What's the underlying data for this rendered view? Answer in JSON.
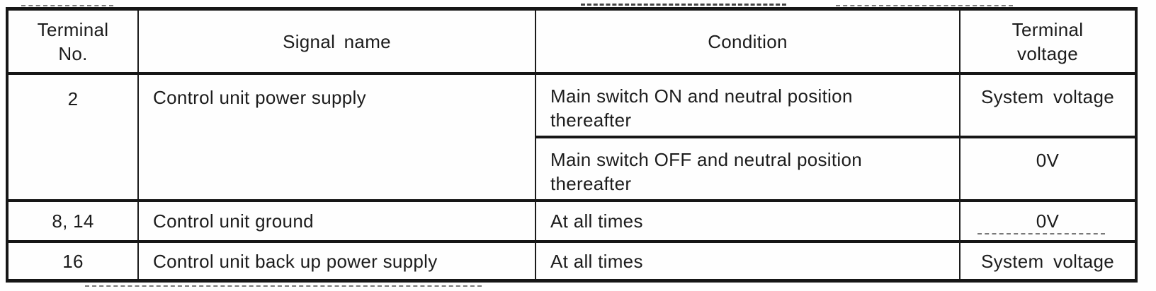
{
  "document": {
    "kind": "scanned manual table",
    "ink_color": "#1c1c1c",
    "paper_color": "#fefefe"
  },
  "table": {
    "headers": [
      "Terminal\nNo.",
      "Signal name",
      "Condition",
      "Terminal\nvoltage"
    ],
    "rows": [
      {
        "terminal": "2",
        "signal": "Control unit power supply",
        "conditions": [
          {
            "condition": "Main switch ON and neutral position\nthereafter",
            "voltage": "System voltage"
          },
          {
            "condition": "Main switch OFF and neutral position\nthereafter",
            "voltage": "0V"
          }
        ]
      },
      {
        "terminal": "8, 14",
        "signal": "Control unit ground",
        "conditions": [
          {
            "condition": "At all times",
            "voltage": "0V"
          }
        ]
      },
      {
        "terminal": "16",
        "signal": "Control unit back up power supply",
        "conditions": [
          {
            "condition": "At all times",
            "voltage": "System voltage"
          }
        ]
      }
    ]
  }
}
